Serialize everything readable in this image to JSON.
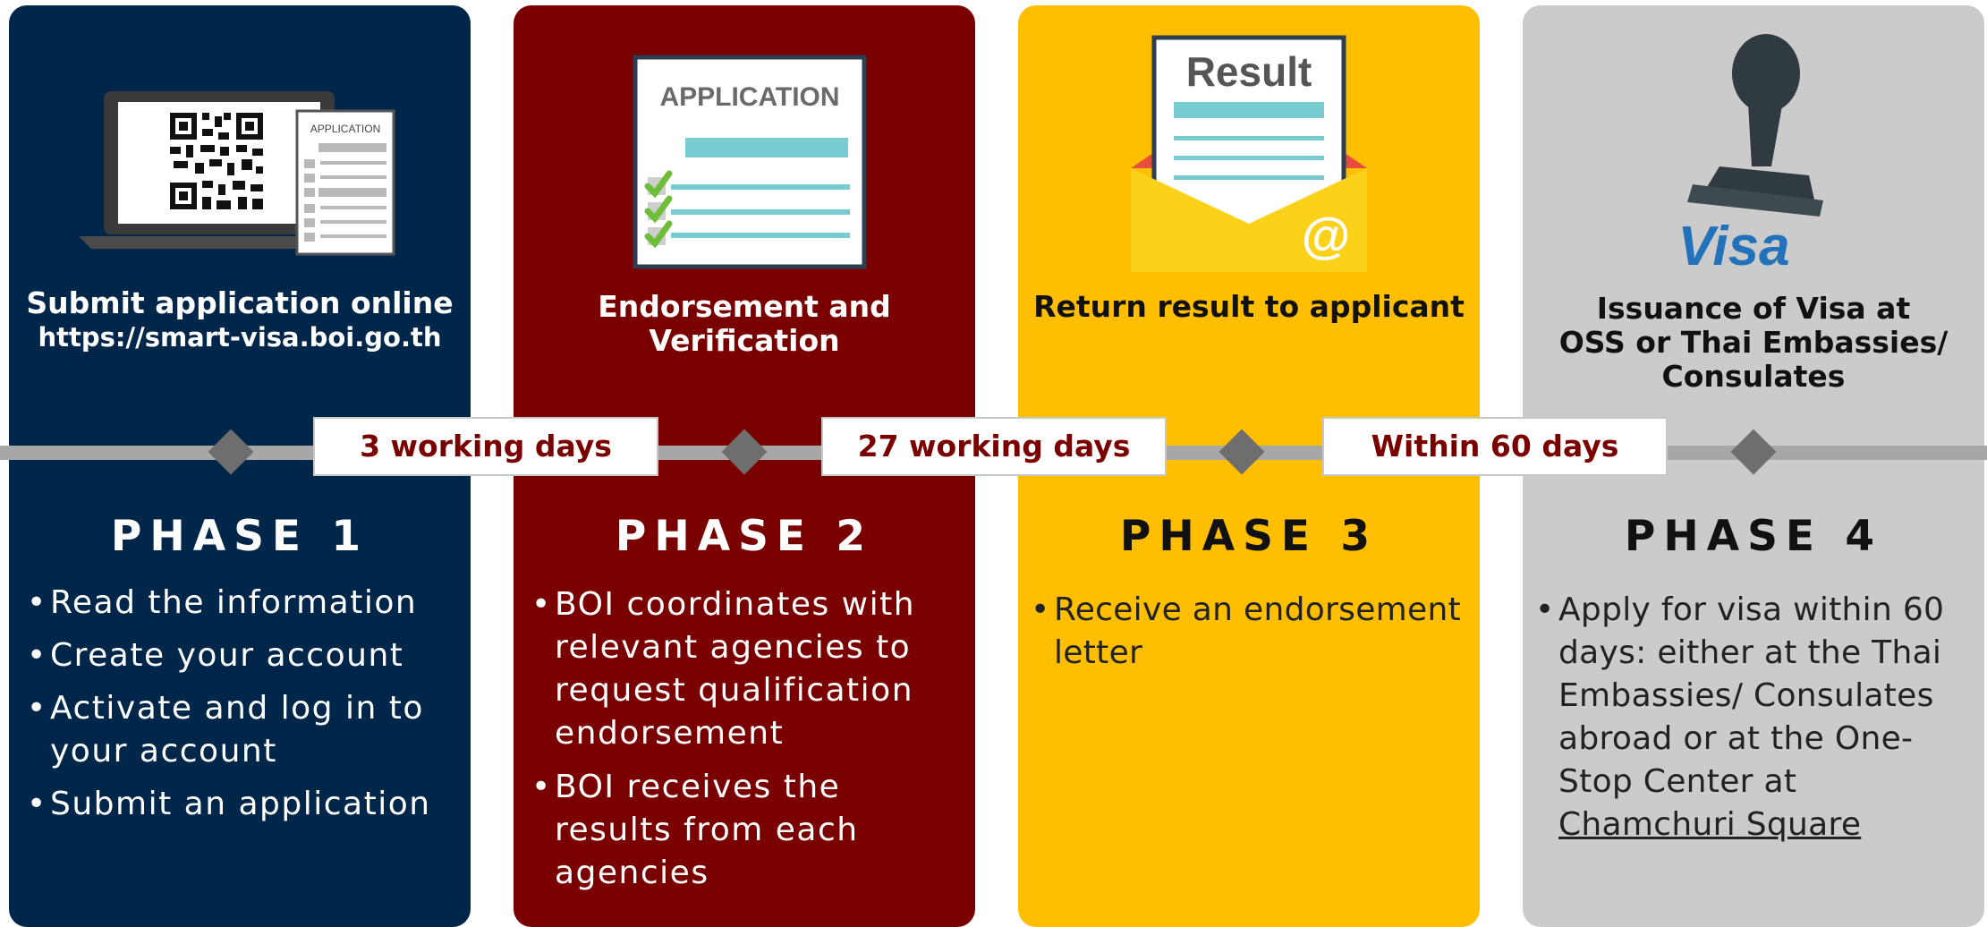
{
  "phases": [
    {
      "heading": "Submit application online",
      "url": "https://smart-visa.boi.go.th",
      "phase_label": "PHASE 1",
      "bullets": [
        "Read the information",
        "Create your account",
        "Activate and log in to your account",
        "Submit an application"
      ],
      "icon_text": "APPLICATION"
    },
    {
      "heading": "Endorsement and Verification",
      "phase_label": "PHASE 2",
      "bullets": [
        "BOI coordinates with relevant agencies to request qualification endorsement",
        "BOI receives the results from each agencies"
      ],
      "icon_text": "APPLICATION"
    },
    {
      "heading": "Return result to applicant",
      "phase_label": "PHASE 3",
      "bullets": [
        "Receive an endorsement letter"
      ],
      "icon_text": "Result"
    },
    {
      "heading": "Issuance of Visa at OSS or Thai Embassies/ Consulates",
      "phase_label": "PHASE 4",
      "bullets_text": "Apply for visa within 60 days: either at the Thai Embassies/ Consulates abroad or at the One-Stop Center at",
      "bullets_link": "Chamchuri Square",
      "icon_text": "Visa"
    }
  ],
  "durations": [
    "3 working days",
    "27 working days",
    "Within 60 days"
  ],
  "colors": {
    "phase1": "#00264a",
    "phase2": "#7a0000",
    "phase3": "#ffbe00",
    "phase4": "#cccbcc",
    "duration_text": "#7a0000"
  },
  "icons": [
    "laptop-qr-icon",
    "application-checklist-icon",
    "result-envelope-icon",
    "visa-stamp-icon"
  ]
}
